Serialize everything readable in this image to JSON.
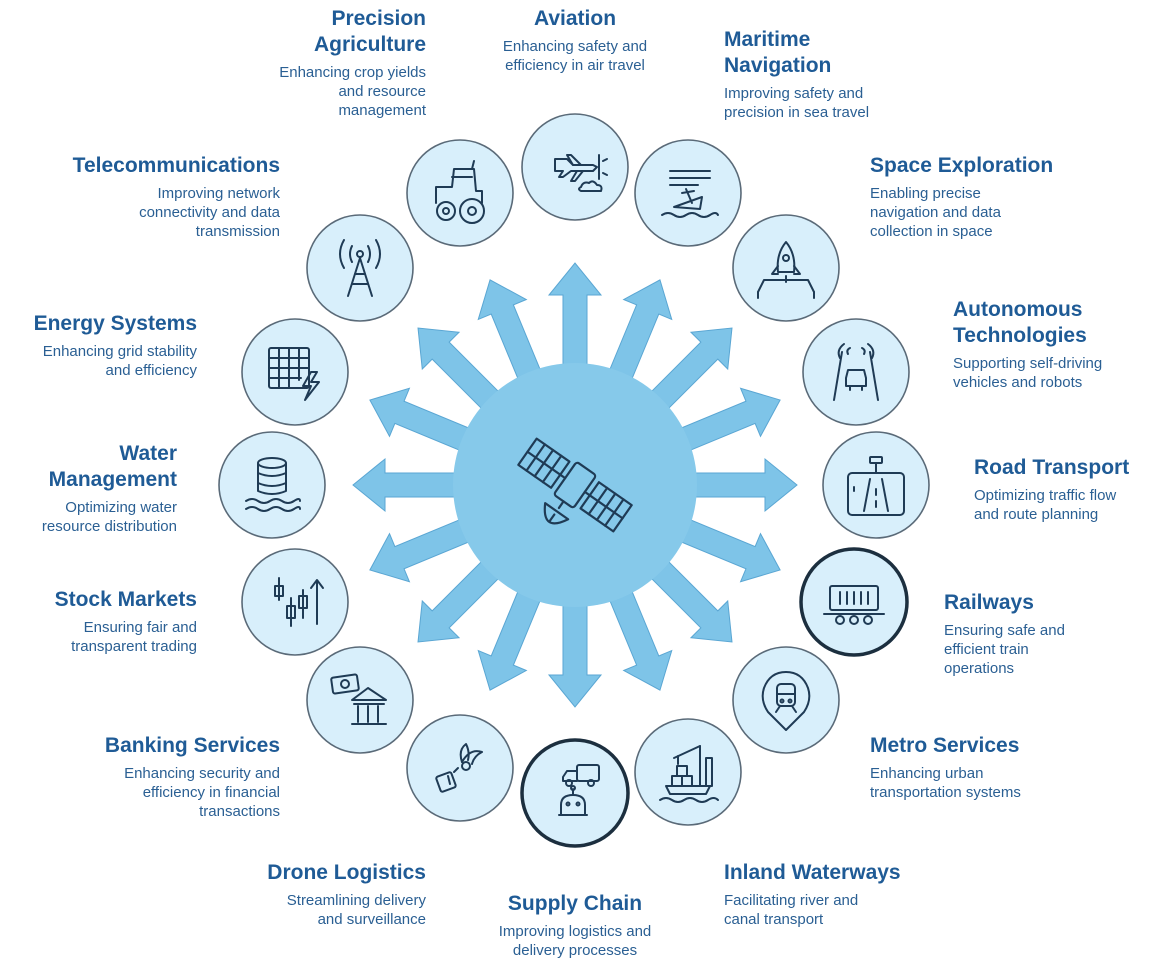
{
  "colors": {
    "arrow": "#7ec4e8",
    "arrow_stroke": "#5aa6d3",
    "hub": "#86c9ea",
    "circle_fill": "#d8effb",
    "circle_stroke": "#5a6a78",
    "circle_stroke_highlight": "#1c2f3f",
    "icon": "#1f3b55",
    "title": "#1f5b96",
    "desc": "#2a5f93"
  },
  "center": {
    "icon": "satellite-icon"
  },
  "sectors": [
    {
      "id": "aviation",
      "icon": "airplane-icon",
      "highlight": false,
      "title": "Aviation",
      "desc": [
        "Enhancing safety and",
        "efficiency in air travel"
      ]
    },
    {
      "id": "maritime-navigation",
      "icon": "ship-icon",
      "highlight": false,
      "title": "Maritime Navigation",
      "desc": [
        "Improving safety and",
        "precision in sea travel"
      ]
    },
    {
      "id": "space-exploration",
      "icon": "rocket-icon",
      "highlight": false,
      "title": "Space Exploration",
      "desc": [
        "Enabling precise",
        "navigation and data",
        "collection in space"
      ]
    },
    {
      "id": "autonomous-technologies",
      "icon": "self-driving-car-icon",
      "highlight": false,
      "title": "Autonomous Technologies",
      "desc": [
        "Supporting self-driving",
        "vehicles and robots"
      ]
    },
    {
      "id": "road-transport",
      "icon": "road-icon",
      "highlight": false,
      "title": "Road Transport",
      "desc": [
        "Optimizing traffic flow",
        "and route planning"
      ]
    },
    {
      "id": "railways",
      "icon": "train-wagon-icon",
      "highlight": true,
      "title": "Railways",
      "desc": [
        "Ensuring safe and",
        "efficient train",
        "operations"
      ]
    },
    {
      "id": "metro-services",
      "icon": "metro-train-icon",
      "highlight": false,
      "title": "Metro Services",
      "desc": [
        "Enhancing urban",
        "transportation systems"
      ]
    },
    {
      "id": "inland-waterways",
      "icon": "cargo-ship-crane-icon",
      "highlight": false,
      "title": "Inland Waterways",
      "desc": [
        "Facilitating river and",
        "canal transport"
      ]
    },
    {
      "id": "supply-chain",
      "icon": "delivery-truck-robot-icon",
      "highlight": true,
      "title": "Supply Chain",
      "desc": [
        "Improving logistics and",
        "delivery processes"
      ]
    },
    {
      "id": "drone-logistics",
      "icon": "drone-package-icon",
      "highlight": false,
      "title": "Drone Logistics",
      "desc": [
        "Streamlining delivery",
        "and surveillance"
      ]
    },
    {
      "id": "banking-services",
      "icon": "bank-money-icon",
      "highlight": false,
      "title": "Banking Services",
      "desc": [
        "Enhancing security and",
        "efficiency in financial",
        "transactions"
      ]
    },
    {
      "id": "stock-markets",
      "icon": "candlestick-chart-icon",
      "highlight": false,
      "title": "Stock Markets",
      "desc": [
        "Ensuring fair and",
        "transparent trading"
      ]
    },
    {
      "id": "water-management",
      "icon": "water-storage-icon",
      "highlight": false,
      "title": "Water Management",
      "desc": [
        "Optimizing water",
        "resource distribution"
      ]
    },
    {
      "id": "energy-systems",
      "icon": "energy-grid-icon",
      "highlight": false,
      "title": "Energy Systems",
      "desc": [
        "Enhancing grid stability",
        "and efficiency"
      ]
    },
    {
      "id": "telecommunications",
      "icon": "antenna-tower-icon",
      "highlight": false,
      "title": "Telecommunications",
      "desc": [
        "Improving network",
        "connectivity and data",
        "transmission"
      ]
    },
    {
      "id": "precision-agriculture",
      "icon": "tractor-icon",
      "highlight": false,
      "title": "Precision Agriculture",
      "desc": [
        "Enhancing crop yields",
        "and resource",
        "management"
      ]
    }
  ]
}
